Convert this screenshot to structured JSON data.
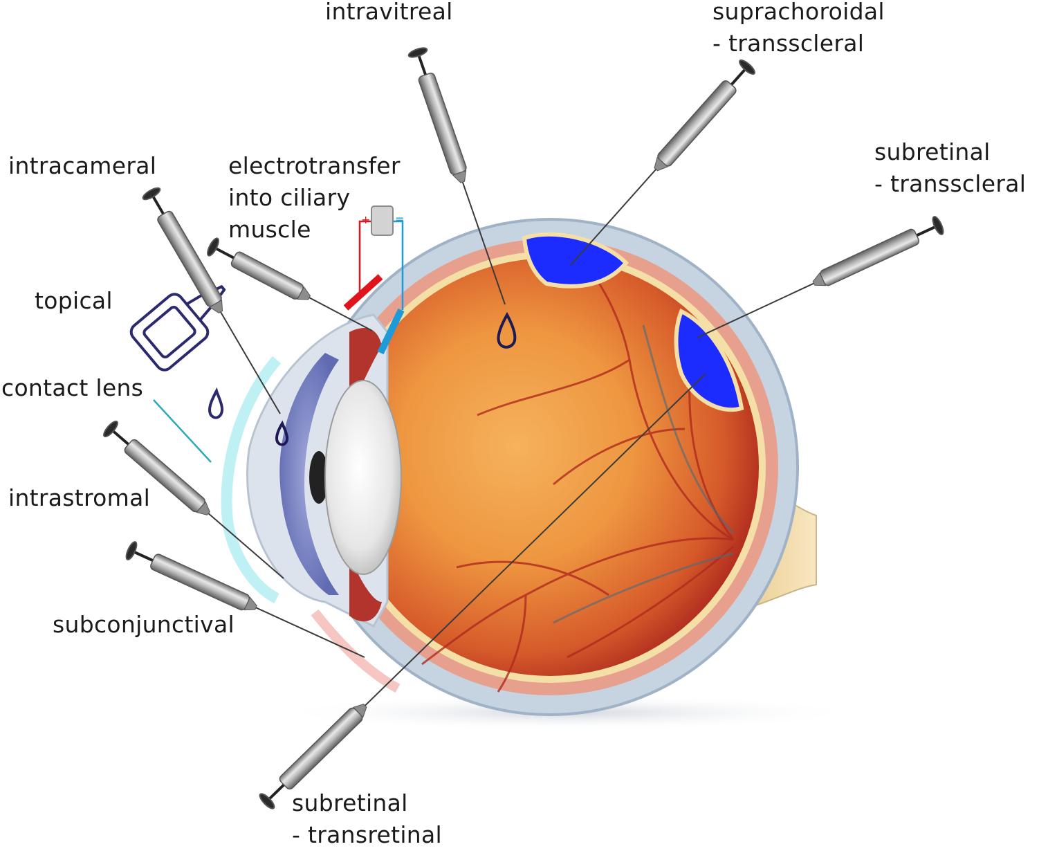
{
  "labels": {
    "intravitreal": "intravitreal",
    "suprachoroidal_line1": "suprachoroidal",
    "suprachoroidal_line2": "- transscleral",
    "subretinal_ts_line1": "subretinal",
    "subretinal_ts_line2": "- transscleral",
    "intracameral": "intracameral",
    "electrotransfer_line1": "electrotransfer",
    "electrotransfer_line2": "into ciliary",
    "electrotransfer_line3": "muscle",
    "topical": "topical",
    "contact_lens": "contact lens",
    "intrastromal": "intrastromal",
    "subconjunctival": "subconjunctival",
    "subretinal_tr_line1": "subretinal",
    "subretinal_tr_line2": "- transretinal"
  },
  "electrodes": {
    "positive_symbol": "+",
    "negative_symbol": "="
  },
  "colors": {
    "sclera": "#b9c9d9",
    "choroid": "#e89b86",
    "retina_inner": "#f2a640",
    "retina_edge": "#b7261c",
    "bleb": "#1c2cff",
    "lens": "#ededed",
    "drop": "#1e1a55",
    "anode": "#e0141c",
    "cathode": "#1e9ad6",
    "syringe": "#9a9a9a"
  },
  "icons": [
    "syringe-icon",
    "eye-drop-bottle-icon",
    "drop-icon",
    "battery-icon"
  ]
}
